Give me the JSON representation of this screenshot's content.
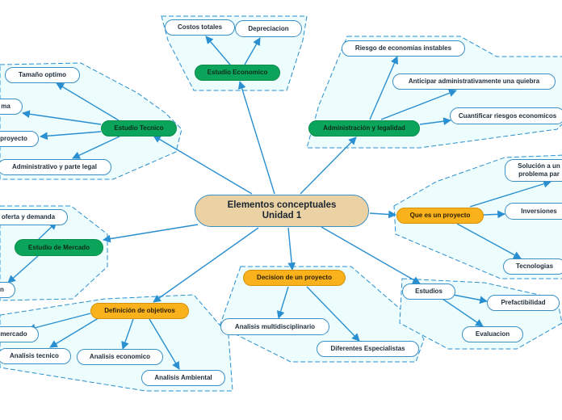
{
  "central": {
    "line1": "Elementos conceptuales",
    "line2": "Unidad 1"
  },
  "estudio_economico": {
    "label": "Estudio Economico",
    "costos": "Costos totales",
    "depreciacion": "Depreciacion"
  },
  "administracion": {
    "label": "Administración y legalidad",
    "riesgo_economias": "Riesgo de economías instables",
    "anticipar": "Anticipar administrativamente una quiebra",
    "cuantificar": "Cuantificar riesgos economicos"
  },
  "estudio_tecnico": {
    "label": "Estudio Tecnico",
    "tamano": "Tamaño optimo",
    "ma": "ma",
    "proyecto": "proyecto",
    "administrativo": "Administrativo y parte legal"
  },
  "que_es_proyecto": {
    "label": "Que es un proyecto",
    "solucion_line1": "Solución a un",
    "solucion_line2": "problema par",
    "inversiones": "Inversiones",
    "tecnologias": "Tecnologias"
  },
  "estudio_mercado": {
    "label": "Estudio de Mercado",
    "oferta": "oferta y demanda",
    "n": "n"
  },
  "decision": {
    "label": "Decision de un proyecto",
    "multidisciplinario": "Analisis multidisciplinario",
    "especialistas": "Diferentes Especialistas"
  },
  "objetivos": {
    "label": "Definición de objetivos",
    "mercado": "mercado",
    "tecnico": "Analisis tecnico",
    "economico": "Analisis economico",
    "ambiental": "Analisis Ambiental"
  },
  "estudios": {
    "label": "Estudios",
    "prefactibilidad": "Prefactibilidad",
    "evaluacion": "Evaluacion"
  },
  "colors": {
    "connector": "#2a8fd0",
    "region_fill": "#edfdfd",
    "region_border": "#2a8fd0",
    "green": "#0aa55a",
    "orange": "#f9b21b",
    "central": "#ead2a5"
  }
}
